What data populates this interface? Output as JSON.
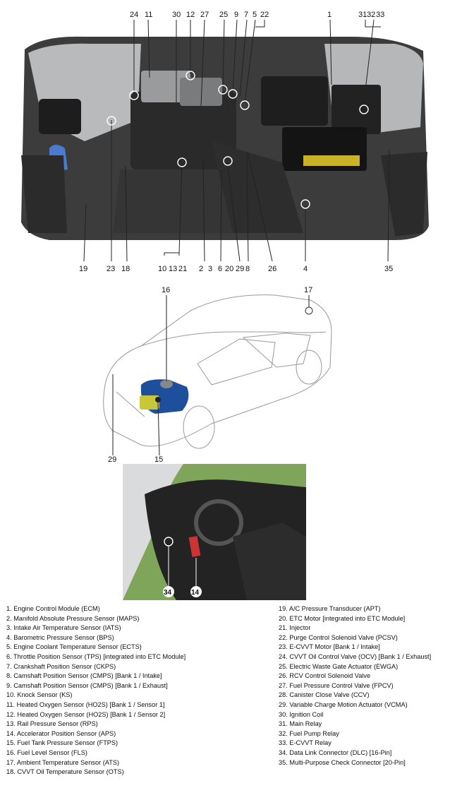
{
  "engine_callouts": {
    "c24": "24",
    "c11": "11",
    "c30": "30",
    "c12": "12",
    "c27": "27",
    "c25": "25",
    "c9": "9",
    "c7": "7",
    "c5": "5",
    "c22": "22",
    "c1": "1",
    "c31": "31",
    "c32": "32",
    "c33": "33",
    "c19": "19",
    "c23": "23",
    "c18": "18",
    "c10": "10",
    "c13": "13",
    "c21": "21",
    "c2": "2",
    "c3": "3",
    "c6": "6",
    "c20": "20",
    "c29": "29",
    "c8": "8",
    "c26": "26",
    "c4": "4",
    "c35": "35"
  },
  "car_callouts": {
    "c16": "16",
    "c17": "17",
    "c29": "29",
    "c15": "15"
  },
  "interior_callouts": {
    "c34": "34",
    "c14": "14"
  },
  "legend_left": [
    "1. Engine Control Module (ECM)",
    "2. Manifold Absolute Pressure Sensor (MAPS)",
    "3. Intake Air Temperature Sensor (IATS)",
    "4. Barometric Pressure Sensor (BPS)",
    "5. Engine Coolant Temperature Sensor (ECTS)",
    "6. Throttle Position Sensor (TPS) [integrated into ETC Module]",
    "7. Crankshaft Position Sensor (CKPS)",
    "8. Camshaft Position Sensor (CMPS) [Bank 1 / Intake]",
    "9. Camshaft Position Sensor (CMPS) [Bank 1 / Exhaust]",
    "10. Knock Sensor (KS)",
    "11. Heated Oxygen Sensor (HO2S) [Bank 1 / Sensor 1]",
    "12. Heated Oxygen Sensor (HO2S) [Bank 1 / Sensor 2]",
    "13. Rail Pressure Sensor (RPS)",
    "14. Accelerator Position Sensor (APS)",
    "15. Fuel Tank Pressure Sensor (FTPS)",
    "16. Fuel Level Sensor (FLS)",
    "17. Ambient Temperature Sensor (ATS)",
    "18. CVVT Oil Temperature Sensor (OTS)"
  ],
  "legend_right": [
    "19. A/C Pressure Transducer (APT)",
    "20. ETC Motor [integrated into ETC Module]",
    "21. Injector",
    "22. Purge Control Solenoid Valve (PCSV)",
    "23. E-CVVT Motor [Bank 1 / Intake]",
    "24. CVVT Oil Control Valve (OCV) [Bank 1 / Exhaust]",
    "25. Electric Waste Gate Actuator (EWGA)",
    "26. RCV Control Solenoid Valve",
    "27. Fuel Pressure Control Valve (FPCV)",
    "28. Canister Close Valve (CCV)",
    "29. Variable Charge Motion Actuator (VCMA)",
    "30. Ignition Coil",
    "31. Main Relay",
    "32. Fuel Pump Relay",
    "33. E-CVVT Relay",
    "34. Data Link Connector (DLC) [16-Pin]",
    "35. Multi-Purpose Check Connector [20-Pin]"
  ],
  "colors": {
    "tank_blue": "#1d4f9c",
    "canister_yellow": "#c8c73a",
    "interior_green": "#7fa55a",
    "engine_gray": "#4a4a4a"
  }
}
